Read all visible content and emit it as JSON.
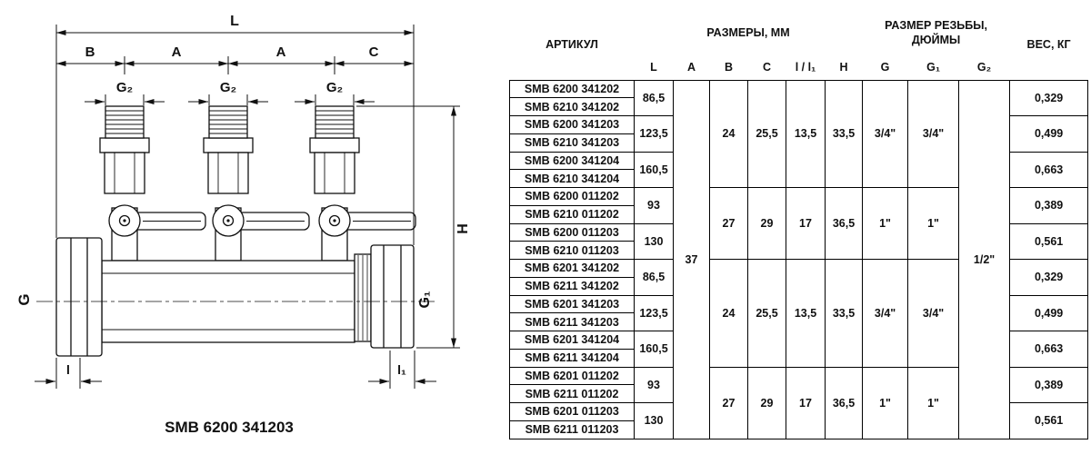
{
  "diagram": {
    "caption": "SMB 6200 341203",
    "labels": {
      "L": "L",
      "B": "B",
      "A": "A",
      "C": "C",
      "G2": "G₂",
      "H": "H",
      "G": "G",
      "G1": "G₁",
      "l": "l",
      "l1": "l₁"
    }
  },
  "table": {
    "header": {
      "article": "АРТИКУЛ",
      "dimensions": "РАЗМЕРЫ, ММ",
      "thread_line1": "РАЗМЕР РЕЗЬБЫ,",
      "thread_line2": "ДЮЙМЫ",
      "weight": "ВЕС, КГ",
      "columns": [
        "L",
        "A",
        "B",
        "C",
        "l / l₁",
        "H",
        "G",
        "G₁",
        "G₂"
      ]
    },
    "articles": [
      "SMB 6200 341202",
      "SMB 6210 341202",
      "SMB 6200 341203",
      "SMB 6210 341203",
      "SMB 6200 341204",
      "SMB 6210 341204",
      "SMB 6200 011202",
      "SMB 6210 011202",
      "SMB 6200 011203",
      "SMB 6210 011203",
      "SMB 6201 341202",
      "SMB 6211 341202",
      "SMB 6201 341203",
      "SMB 6211 341203",
      "SMB 6201 341204",
      "SMB 6211 341204",
      "SMB 6201 011202",
      "SMB 6211 011202",
      "SMB 6201 011203",
      "SMB 6211 011203"
    ],
    "merged": {
      "L": [
        {
          "span": 2,
          "value": "86,5"
        },
        {
          "span": 2,
          "value": "123,5"
        },
        {
          "span": 2,
          "value": "160,5"
        },
        {
          "span": 2,
          "value": "93"
        },
        {
          "span": 2,
          "value": "130"
        },
        {
          "span": 2,
          "value": "86,5"
        },
        {
          "span": 2,
          "value": "123,5"
        },
        {
          "span": 2,
          "value": "160,5"
        },
        {
          "span": 2,
          "value": "93"
        },
        {
          "span": 2,
          "value": "130"
        }
      ],
      "A": [
        {
          "span": 20,
          "value": "37"
        }
      ],
      "B": [
        {
          "span": 6,
          "value": "24"
        },
        {
          "span": 4,
          "value": "27"
        },
        {
          "span": 6,
          "value": "24"
        },
        {
          "span": 4,
          "value": "27"
        }
      ],
      "C": [
        {
          "span": 6,
          "value": "25,5"
        },
        {
          "span": 4,
          "value": "29"
        },
        {
          "span": 6,
          "value": "25,5"
        },
        {
          "span": 4,
          "value": "29"
        }
      ],
      "I": [
        {
          "span": 6,
          "value": "13,5"
        },
        {
          "span": 4,
          "value": "17"
        },
        {
          "span": 6,
          "value": "13,5"
        },
        {
          "span": 4,
          "value": "17"
        }
      ],
      "H": [
        {
          "span": 6,
          "value": "33,5"
        },
        {
          "span": 4,
          "value": "36,5"
        },
        {
          "span": 6,
          "value": "33,5"
        },
        {
          "span": 4,
          "value": "36,5"
        }
      ],
      "G": [
        {
          "span": 6,
          "value": "3/4\""
        },
        {
          "span": 4,
          "value": "1\""
        },
        {
          "span": 6,
          "value": "3/4\""
        },
        {
          "span": 4,
          "value": "1\""
        }
      ],
      "G1": [
        {
          "span": 6,
          "value": "3/4\""
        },
        {
          "span": 4,
          "value": "1\""
        },
        {
          "span": 6,
          "value": "3/4\""
        },
        {
          "span": 4,
          "value": "1\""
        }
      ],
      "G2": [
        {
          "span": 20,
          "value": "1/2\""
        }
      ],
      "W": [
        {
          "span": 2,
          "value": "0,329"
        },
        {
          "span": 2,
          "value": "0,499"
        },
        {
          "span": 2,
          "value": "0,663"
        },
        {
          "span": 2,
          "value": "0,389"
        },
        {
          "span": 2,
          "value": "0,561"
        },
        {
          "span": 2,
          "value": "0,329"
        },
        {
          "span": 2,
          "value": "0,499"
        },
        {
          "span": 2,
          "value": "0,663"
        },
        {
          "span": 2,
          "value": "0,389"
        },
        {
          "span": 2,
          "value": "0,561"
        }
      ]
    }
  }
}
